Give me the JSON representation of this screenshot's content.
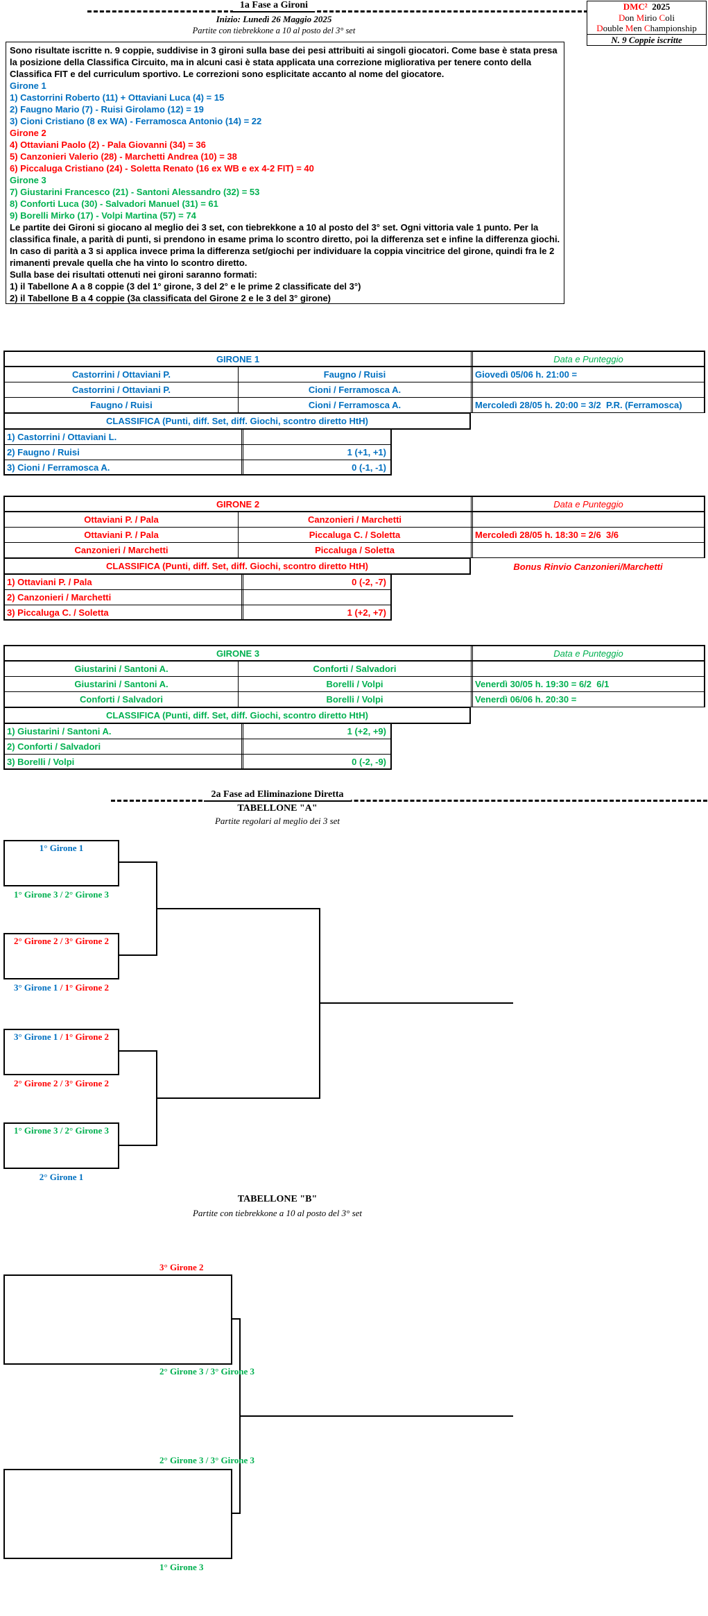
{
  "colors": {
    "blue": "#0070C0",
    "red": "#FF0000",
    "green": "#00B050"
  },
  "header": {
    "phase1_title": "1a Fase a Gironi",
    "phase1_start": "Inizio: Lunedì 26 Maggio 2025",
    "phase1_note": "Partite con tiebrekkone a 10 al posto del 3° set"
  },
  "badge": {
    "title_red": "DMC²",
    "title_year": "2025",
    "line2_words": [
      "Don",
      "Mirio",
      "Coli"
    ],
    "line3_words": [
      "Double",
      "Men",
      "Championship"
    ],
    "line4": "N. 9 Coppie iscritte"
  },
  "intro": {
    "lines": [
      {
        "color": "black",
        "text": "Sono risultate iscritte n. 9 coppie, suddivise in 3 gironi sulla base dei pesi attribuiti ai singoli giocatori. Come base è stata presa la posizione della Classifica Circuito, ma in alcuni casi è stata applicata una correzione migliorativa per tenere conto della Classifica FIT e del curriculum sportivo. Le correzioni sono esplicitate accanto al nome del giocatore."
      },
      {
        "color": "blue",
        "text": "Girone 1"
      },
      {
        "color": "blue",
        "text": "1) Castorrini Roberto (11) + Ottaviani Luca (4) = 15"
      },
      {
        "color": "blue",
        "text": "2) Faugno Mario (7) - Ruisi Girolamo (12) = 19"
      },
      {
        "color": "blue",
        "text": "3) Cioni Cristiano (8 ex WA) - Ferramosca Antonio (14) = 22"
      },
      {
        "color": "red",
        "text": "Girone 2"
      },
      {
        "color": "red",
        "text": "4) Ottaviani Paolo (2) - Pala Giovanni (34) = 36"
      },
      {
        "color": "red",
        "text": "5) Canzonieri Valerio (28) - Marchetti Andrea (10) = 38"
      },
      {
        "color": "red",
        "text": "6) Piccaluga Cristiano (24) - Soletta Renato (16 ex WB e ex 4-2 FIT) = 40"
      },
      {
        "color": "green",
        "text": "Girone 3"
      },
      {
        "color": "green",
        "text": "7) Giustarini Francesco (21) - Santoni Alessandro (32) = 53"
      },
      {
        "color": "green",
        "text": "8) Conforti Luca (30) - Salvadori Manuel (31) = 61"
      },
      {
        "color": "green",
        "text": "9) Borelli Mirko (17) - Volpi Martina (57) = 74"
      },
      {
        "color": "black",
        "text": "Le partite dei Gironi si giocano al meglio dei 3 set, con tiebrekkone a 10 al posto del 3° set. Ogni vittoria vale 1 punto. Per la classifica finale, a parità di punti, si prendono in esame prima lo scontro diretto, poi la differenza set e infine la differenza giochi. In caso di parità a 3 si applica invece prima la differenza set/giochi per individuare la coppia vincitrice del girone, quindi fra le 2 rimanenti prevale quella che ha vinto lo scontro diretto."
      },
      {
        "color": "black",
        "text": "Sulla base dei risultati ottenuti nei gironi saranno formati:"
      },
      {
        "color": "black",
        "text": "1) il Tabellone A a 8 coppie (3 del 1° girone, 3 del 2° e le prime 2 classificate del 3°)"
      },
      {
        "color": "black",
        "text": "2) il Tabellone B a 4 coppie (3a classificata del Girone 2 e le 3 del 3° girone)"
      }
    ]
  },
  "gironi": [
    {
      "name": "GIRONE 1",
      "data_col_header": "Data e Punteggio",
      "matches": [
        {
          "a": "Castorrini / Ottaviani P.",
          "b": "Faugno / Ruisi",
          "result": "Giovedì 05/06 h. 21:00 ="
        },
        {
          "a": "Castorrini / Ottaviani P.",
          "b": "Cioni / Ferramosca A.",
          "result": ""
        },
        {
          "a": "Faugno / Ruisi",
          "b": "Cioni / Ferramosca A.",
          "result": "Mercoledì 28/05 h. 20:00 = 3/2  P.R. (Ferramosca)"
        }
      ],
      "classifica_header": "CLASSIFICA (Punti, diff. Set, diff. Giochi, scontro diretto HtH)",
      "classifica_note": "",
      "classifica": [
        {
          "team": "1) Castorrini / Ottaviani L.",
          "points": ""
        },
        {
          "team": "2) Faugno / Ruisi",
          "points": "1 (+1, +1)"
        },
        {
          "team": "3) Cioni / Ferramosca A.",
          "points": "0 (-1, -1)"
        }
      ]
    },
    {
      "name": "GIRONE 2",
      "data_col_header": "Data e Punteggio",
      "matches": [
        {
          "a": "Ottaviani P. / Pala",
          "b": "Canzonieri / Marchetti",
          "result": ""
        },
        {
          "a": "Ottaviani P. / Pala",
          "b": "Piccaluga C. / Soletta",
          "result": "Mercoledì 28/05 h. 18:30 = 2/6  3/6"
        },
        {
          "a": "Canzonieri / Marchetti",
          "b": "Piccaluga / Soletta",
          "result": ""
        }
      ],
      "classifica_header": "CLASSIFICA (Punti, diff. Set, diff. Giochi, scontro diretto HtH)",
      "classifica_note": "Bonus Rinvio Canzonieri/Marchetti",
      "classifica": [
        {
          "team": "1) Ottaviani P. / Pala",
          "points": "0 (-2, -7)"
        },
        {
          "team": "2) Canzonieri / Marchetti",
          "points": ""
        },
        {
          "team": "3) Piccaluga C. / Soletta",
          "points": "1 (+2, +7)"
        }
      ]
    },
    {
      "name": "GIRONE 3",
      "data_col_header": "Data e Punteggio",
      "matches": [
        {
          "a": "Giustarini / Santoni A.",
          "b": "Conforti / Salvadori",
          "result": ""
        },
        {
          "a": "Giustarini / Santoni A.",
          "b": "Borelli / Volpi",
          "result": "Venerdì 30/05 h. 19:30 = 6/2  6/1"
        },
        {
          "a": "Conforti / Salvadori",
          "b": "Borelli / Volpi",
          "result": "Venerdì 06/06 h. 20:30 ="
        }
      ],
      "classifica_header": "CLASSIFICA (Punti, diff. Set, diff. Giochi, scontro diretto HtH)",
      "classifica_note": "",
      "classifica": [
        {
          "team": "1) Giustarini / Santoni A.",
          "points": "1 (+2, +9)"
        },
        {
          "team": "2) Conforti / Salvadori",
          "points": ""
        },
        {
          "team": "3) Borelli / Volpi",
          "points": "0 (-2, -9)"
        }
      ]
    }
  ],
  "tabelloneA": {
    "section_title": "2a Fase ad Eliminazione Diretta",
    "title": "TABELLONE \"A\"",
    "subtitle": "Partite regolari al meglio dei 3 set",
    "slots": [
      {
        "text": "1° Girone 1"
      },
      {
        "text": "1° Girone 3 / 2° Girone 3"
      },
      {
        "text": "2° Girone 2 / 3° Girone 2"
      },
      {
        "part1": "3° Girone 1",
        "part2": " / 1° Girone 2"
      },
      {
        "part1": "3° Girone 1",
        "part2": " / 1° Girone 2"
      },
      {
        "text": "2° Girone 2 / 3° Girone 2"
      },
      {
        "text": "1° Girone 3 / 2° Girone 3"
      },
      {
        "text": "2° Girone 1"
      }
    ]
  },
  "tabelloneB": {
    "title": "TABELLONE \"B\"",
    "subtitle": "Partite con tiebrekkone a 10 al posto del 3° set",
    "slots": [
      {
        "text": "3° Girone 2"
      },
      {
        "text": "2° Girone 3 / 3° Girone 3"
      },
      {
        "text": "2° Girone 3 / 3° Girone 3"
      },
      {
        "text": "1° Girone 3"
      }
    ]
  }
}
